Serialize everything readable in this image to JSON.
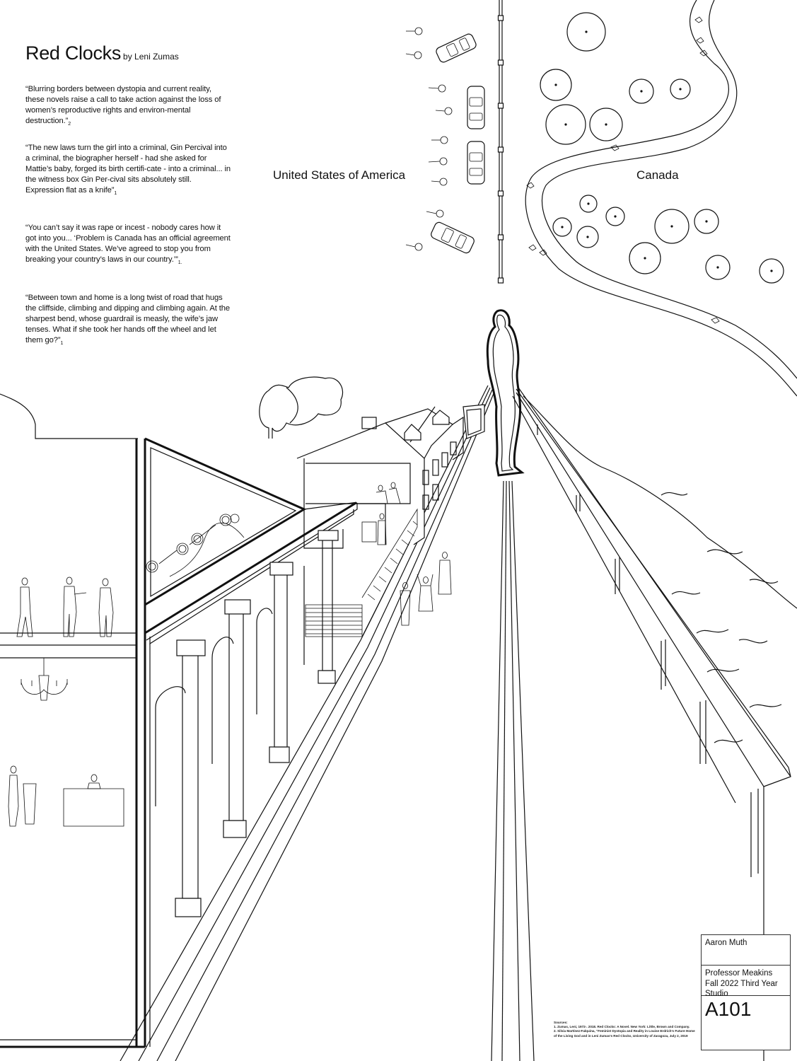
{
  "title": "Red Clocks",
  "author_byline": "by Leni Zumas",
  "quotes": [
    {
      "text": "“Blurring borders between dystopia and current reality, these novels raise a call to take action against the loss of women’s reproductive rights and environ-mental destruction.”",
      "ref": "2"
    },
    {
      "text": "“The new laws turn the girl into a criminal, Gin Percival into a criminal, the biographer herself - had she asked for Mattie’s baby, forged its birth certifi-cate - into a criminal... in the witness box Gin Per-cival sits absolutely still.  Expression flat as a knife”",
      "ref": "1"
    },
    {
      "text": "“You can’t say it was rape or incest - nobody cares how it got into you...   ‘Problem is Canada has an official agreement with the United States.  We’ve agreed to stop you from breaking your country’s laws in our country.’”",
      "ref": "1."
    },
    {
      "text": "“Between town and home is a long twist of road that hugs the cliffside, climbing and dipping and climbing again.  At the sharpest bend, whose guardrail is measly, the wife’s jaw tenses.  What if she took her hands off the wheel and let them go?”",
      "ref": "1"
    }
  ],
  "labels": {
    "usa": "United States of America",
    "canada": "Canada"
  },
  "title_block": {
    "name": "Aaron Muth",
    "course": "Professor Meakins Fall 2022 Third Year Studio",
    "sheet": "A101"
  },
  "sources": {
    "heading": "Sources:",
    "items": [
      "1. Zumas, Leni, 1972-. 2018. Red Clocks: A Novel. New York: Little, Brown and Company.",
      "2. Silvia Martínez-Falquina, “Feminist Dystopia and Reality in Louise Erdrich’s Future Home of the Living God and in Leni Zumas’s Red Clocks, University of Zaragoza, July 2, 2019"
    ]
  },
  "colors": {
    "ink": "#111111",
    "paper": "#ffffff"
  }
}
